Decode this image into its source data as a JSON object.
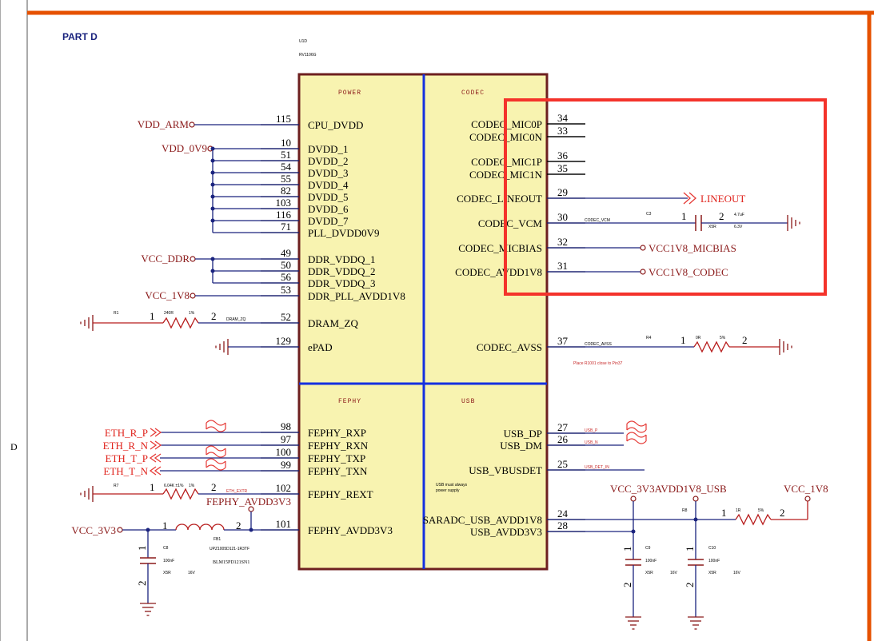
{
  "sheet": {
    "part_label": "PART D",
    "zone_label": "D",
    "ref": "U1D",
    "part_number": "RV1106G",
    "colors": {
      "frame": "#e65100",
      "highlight": "#f4332b",
      "ic_fill": "#f8f3b0",
      "ic_border": "#6d1f1f",
      "divider": "#1530e0"
    }
  },
  "ic": {
    "sections": {
      "power": "POWER",
      "codec": "CODEC",
      "fephy": "FEPHY",
      "usb": "USB"
    },
    "left_pins": [
      {
        "num": "115",
        "name": "CPU_DVDD"
      },
      {
        "num": "10",
        "name": "DVDD_1"
      },
      {
        "num": "51",
        "name": "DVDD_2"
      },
      {
        "num": "54",
        "name": "DVDD_3"
      },
      {
        "num": "55",
        "name": "DVDD_4"
      },
      {
        "num": "82",
        "name": "DVDD_5"
      },
      {
        "num": "103",
        "name": "DVDD_6"
      },
      {
        "num": "116",
        "name": "DVDD_7"
      },
      {
        "num": "71",
        "name": "PLL_DVDD0V9"
      },
      {
        "num": "49",
        "name": "DDR_VDDQ_1"
      },
      {
        "num": "50",
        "name": "DDR_VDDQ_2"
      },
      {
        "num": "56",
        "name": "DDR_VDDQ_3"
      },
      {
        "num": "53",
        "name": "DDR_PLL_AVDD1V8"
      },
      {
        "num": "52",
        "name": "DRAM_ZQ"
      },
      {
        "num": "129",
        "name": "ePAD"
      },
      {
        "num": "98",
        "name": "FEPHY_RXP"
      },
      {
        "num": "97",
        "name": "FEPHY_RXN"
      },
      {
        "num": "100",
        "name": "FEPHY_TXP"
      },
      {
        "num": "99",
        "name": "FEPHY_TXN"
      },
      {
        "num": "102",
        "name": "FEPHY_REXT"
      },
      {
        "num": "101",
        "name": "FEPHY_AVDD3V3"
      }
    ],
    "right_pins": [
      {
        "num": "34",
        "name": "CODEC_MIC0P"
      },
      {
        "num": "33",
        "name": "CODEC_MIC0N"
      },
      {
        "num": "36",
        "name": "CODEC_MIC1P"
      },
      {
        "num": "35",
        "name": "CODEC_MIC1N"
      },
      {
        "num": "29",
        "name": "CODEC_LINEOUT"
      },
      {
        "num": "30",
        "name": "CODEC_VCM"
      },
      {
        "num": "32",
        "name": "CODEC_MICBIAS"
      },
      {
        "num": "31",
        "name": "CODEC_AVDD1V8"
      },
      {
        "num": "37",
        "name": "CODEC_AVSS"
      },
      {
        "num": "27",
        "name": "USB_DP"
      },
      {
        "num": "26",
        "name": "USB_DM"
      },
      {
        "num": "25",
        "name": "USB_VBUSDET"
      },
      {
        "num": "24",
        "name": "SARADC_USB_AVDD1V8"
      },
      {
        "num": "28",
        "name": "USB_AVDD3V3"
      }
    ]
  },
  "nets": {
    "vdd_arm": "VDD_ARM",
    "vdd_0v9": "VDD_0V9",
    "vcc_ddr": "VCC_DDR",
    "vcc_1v8_left": "VCC_1V8",
    "dram_zq": "DRAM_ZQ",
    "eth_extr": "ETH_EXTR",
    "fephy_avdd3v3": "FEPHY_AVDD3V3",
    "vcc_3v3": "VCC_3V3",
    "eth": [
      "ETH_R_P",
      "ETH_R_N",
      "ETH_T_P",
      "ETH_T_N"
    ],
    "lineout": "LINEOUT",
    "codec_vcm": "CODEC_VCM",
    "vcc1v8_micbias": "VCC1V8_MICBIAS",
    "vcc1v8_codec": "VCC1V8_CODEC",
    "codec_avss": "CODEC_AVSS",
    "usb_p": "USB_P",
    "usb_n": "USB_N",
    "usb_det_in": "USB_DET_IN",
    "vcc_3v3avdd1v8_usb": "VCC_3V3AVDD1V8_USB",
    "vcc_1v8_right": "VCC_1V8"
  },
  "components": {
    "r1": {
      "ref": "R1",
      "value": "240R",
      "tol": "1%",
      "p1": "1",
      "p2": "2"
    },
    "r7": {
      "ref": "R7",
      "value": "6.04K ±1%",
      "tol": "1%",
      "p1": "1",
      "p2": "2"
    },
    "fb1": {
      "ref": "FB1",
      "value": "UPZ1005D121-1R3TF",
      "alt": "BLM15PD121SN1",
      "p1": "1",
      "p2": "2"
    },
    "c8": {
      "ref": "C8",
      "value": "100nF",
      "dielectric": "X5R",
      "voltage": "16V",
      "p1": "1",
      "p2": "2"
    },
    "c3": {
      "ref": "C3",
      "value": "4.7uF",
      "dielectric": "X5R",
      "voltage": "6.3V",
      "p1": "1",
      "p2": "2"
    },
    "r4": {
      "ref": "R4",
      "value": "0R",
      "tol": "5%",
      "p1": "1",
      "p2": "2"
    },
    "r8": {
      "ref": "R8",
      "value": "1R",
      "tol": "5%",
      "p1": "1",
      "p2": "2"
    },
    "c9": {
      "ref": "C9",
      "value": "100nF",
      "dielectric": "X5R",
      "voltage": "16V",
      "p1": "1",
      "p2": "2"
    },
    "c10": {
      "ref": "C10",
      "value": "100nF",
      "dielectric": "X5R",
      "voltage": "16V",
      "p1": "1",
      "p2": "2"
    }
  },
  "notes": {
    "avss": "Place R1001 close to Pin37",
    "usb_1": "USB must always",
    "usb_2": "power supply"
  }
}
